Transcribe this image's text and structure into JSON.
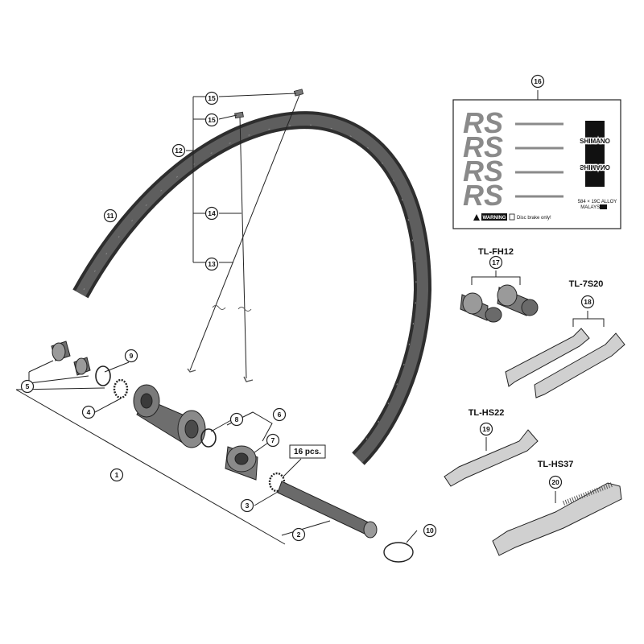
{
  "callouts": {
    "c1": "1",
    "c2": "2",
    "c3": "3",
    "c4": "4",
    "c5": "5",
    "c6": "6",
    "c7": "7",
    "c8": "8",
    "c9": "9",
    "c10": "10",
    "c11": "11",
    "c12": "12",
    "c13": "13",
    "c14": "14",
    "c15a": "15",
    "c15b": "15",
    "c16": "16",
    "c17": "17",
    "c18": "18",
    "c19": "19",
    "c20": "20"
  },
  "tools": {
    "fh12": "TL-FH12",
    "s20": "TL-7S20",
    "hs22": "TL-HS22",
    "hs37": "TL-HS37"
  },
  "quantity_note": "16 pcs.",
  "decal": {
    "logo": "RS",
    "brand": "SHIMANO",
    "warning_label": "WARNING",
    "warning_text": "Disc brake only!",
    "spec_line1": "584 × 19C ALLOY",
    "spec_line2": "MALAYSIA"
  },
  "colors": {
    "rim": "#4a4a4a",
    "hub": "#6e6e6e",
    "line": "#222222",
    "decal_gray": "#8a8a8a"
  }
}
